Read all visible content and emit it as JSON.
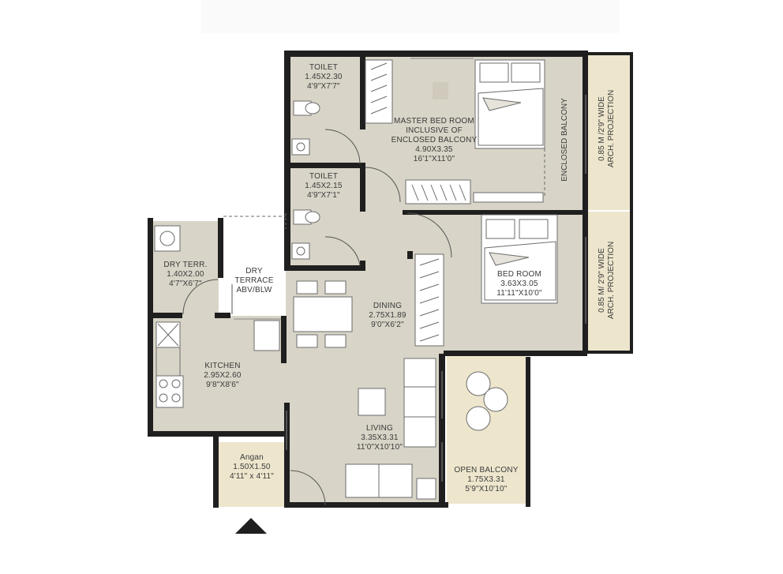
{
  "rooms": {
    "toilet_1": {
      "name": "TOILET",
      "size": "1.45X2.30",
      "imperial": "4'9\"X7'7\""
    },
    "toilet_2": {
      "name": "TOILET",
      "size": "1.45X2.15",
      "imperial": "4'9\"X7'1\""
    },
    "master_bedroom": {
      "name_line1": "MASTER BED ROOM",
      "name_line2": "INCLUSIVE OF",
      "name_line3": "ENCLOSED BALCONY",
      "size": "4.90X3.35",
      "imperial": "16'1\"X11'0\""
    },
    "enclosed_balcony": {
      "name": "ENCLOSED BALCONY"
    },
    "arch_projection_top": {
      "line1": "0.85 M /2'9\" WIDE",
      "line2": "ARCH. PROJECTION"
    },
    "arch_projection_bottom": {
      "line1": "0.85 M/ 2'9\" WIDE",
      "line2": "ARCH. PROJECTION"
    },
    "bedroom": {
      "name": "BED ROOM",
      "size": "3.63X3.05",
      "imperial": "11'11\"X10'0\""
    },
    "dry_terrace_small": {
      "name": "DRY TERR.",
      "size": "1.40X2.00",
      "imperial": "4'7\"X6'7\""
    },
    "dry_terrace": {
      "line1": "DRY",
      "line2": "TERRACE",
      "line3": "ABV/BLW"
    },
    "dining": {
      "name": "DINING",
      "size": "2.75X1.89",
      "imperial": "9'0\"X6'2\""
    },
    "kitchen": {
      "name": "KITCHEN",
      "size": "2.95X2.60",
      "imperial": "9'8\"X8'6\""
    },
    "living": {
      "name": "LIVING",
      "size": "3.35X3.31",
      "imperial": "11'0\"X10'10\""
    },
    "angan": {
      "name": "Angan",
      "size": "1.50X1.50",
      "imperial": "4'11\" x 4'11\""
    },
    "open_balcony": {
      "name": "OPEN BALCONY",
      "size": "1.75X3.31",
      "imperial": "5'9\"X10'10\""
    }
  },
  "colors": {
    "floor": "#d8d4c7",
    "balcony": "#ede6cd",
    "wall": "#1f1f1f",
    "furniture": "#ffffff",
    "furniture_stroke": "#6b6b6b",
    "background": "#ffffff"
  },
  "icons": {
    "entrance": "entrance-arrow-icon"
  }
}
